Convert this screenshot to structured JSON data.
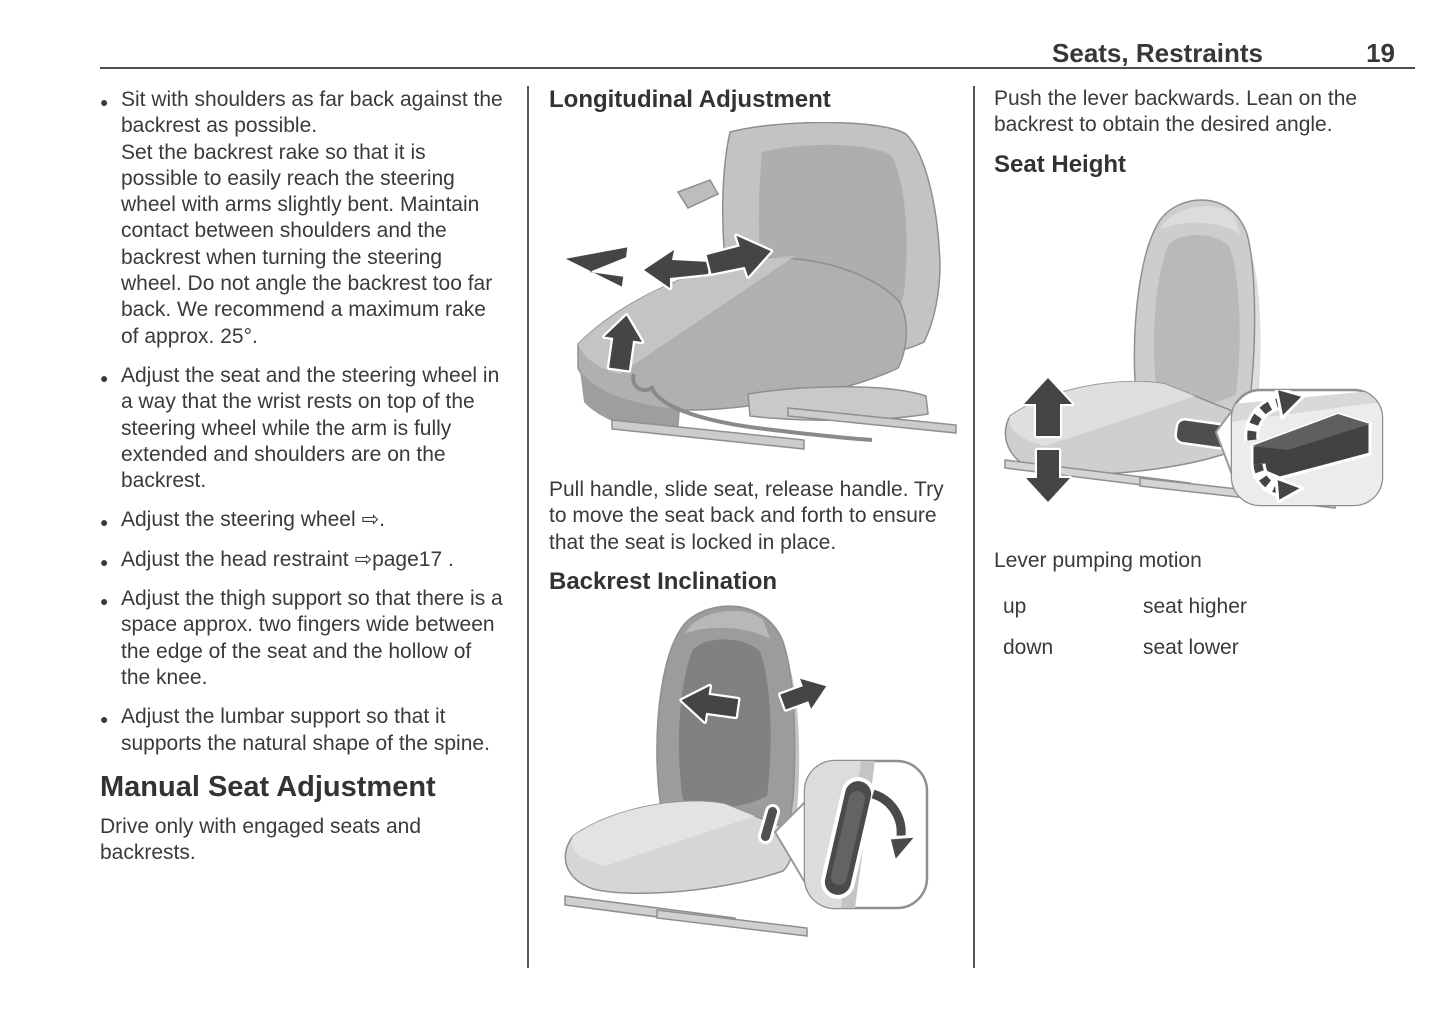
{
  "header": {
    "title": "Seats, Restraints",
    "page_number": "19"
  },
  "left_column": {
    "bullets": [
      "Sit with shoulders as far back against the backrest as possible.\nSet the backrest rake so that it is possible to easily reach the steering wheel with arms slightly bent. Maintain contact between shoulders and the backrest when turning the steering wheel. Do not angle the backrest too far back. We recommend a maximum rake of approx. 25°.",
      "Adjust the seat and the steering wheel in a way that the wrist rests on top of the steering wheel while the arm is fully extended and shoulders are on the backrest.",
      "Adjust the steering wheel ⇨.",
      "Adjust the head restraint ⇨page17 .",
      "Adjust the thigh support so that there is a space approx. two fingers wide between the edge of the seat and the hollow of the knee.",
      "Adjust the lumbar support so that it supports the natural shape of the spine."
    ],
    "heading": "Manual Seat Adjustment",
    "paragraph": "Drive only with engaged seats and backrests."
  },
  "middle_column": {
    "heading1": "Longitudinal Adjustment",
    "paragraph1": "Pull handle, slide seat, release handle. Try to move the seat back and forth to ensure that the seat is locked in place.",
    "heading2": "Backrest Inclination"
  },
  "right_column": {
    "paragraph1": "Push the lever backwards. Lean on the backrest to obtain the desired angle.",
    "heading": "Seat Height",
    "caption": "Lever pumping motion",
    "table": [
      {
        "term": "up",
        "definition": "seat higher"
      },
      {
        "term": "down",
        "definition": "seat lower"
      }
    ]
  },
  "figures": {
    "longitudinal": {
      "label": "seat-longitudinal-adjustment-illustration",
      "icons": [
        "arrow-backward-icon",
        "arrow-forward-icon",
        "arrow-up-icon",
        "pull-handle"
      ]
    },
    "backrest": {
      "label": "seat-backrest-inclination-illustration",
      "icons": [
        "arrow-left-icon",
        "arrow-right-icon",
        "recline-lever",
        "curved-arrow-icon"
      ]
    },
    "seat_height": {
      "label": "seat-height-illustration",
      "icons": [
        "arrow-up-icon",
        "arrow-down-icon",
        "pump-lever",
        "curved-arrow-up-icon",
        "curved-arrow-down-icon"
      ]
    }
  },
  "colors": {
    "text": "#3a3a3a",
    "rule": "#4f4f4f",
    "figure_dark": "#454545",
    "figure_mid": "#a8a8a8",
    "figure_light": "#d6d6d6"
  }
}
